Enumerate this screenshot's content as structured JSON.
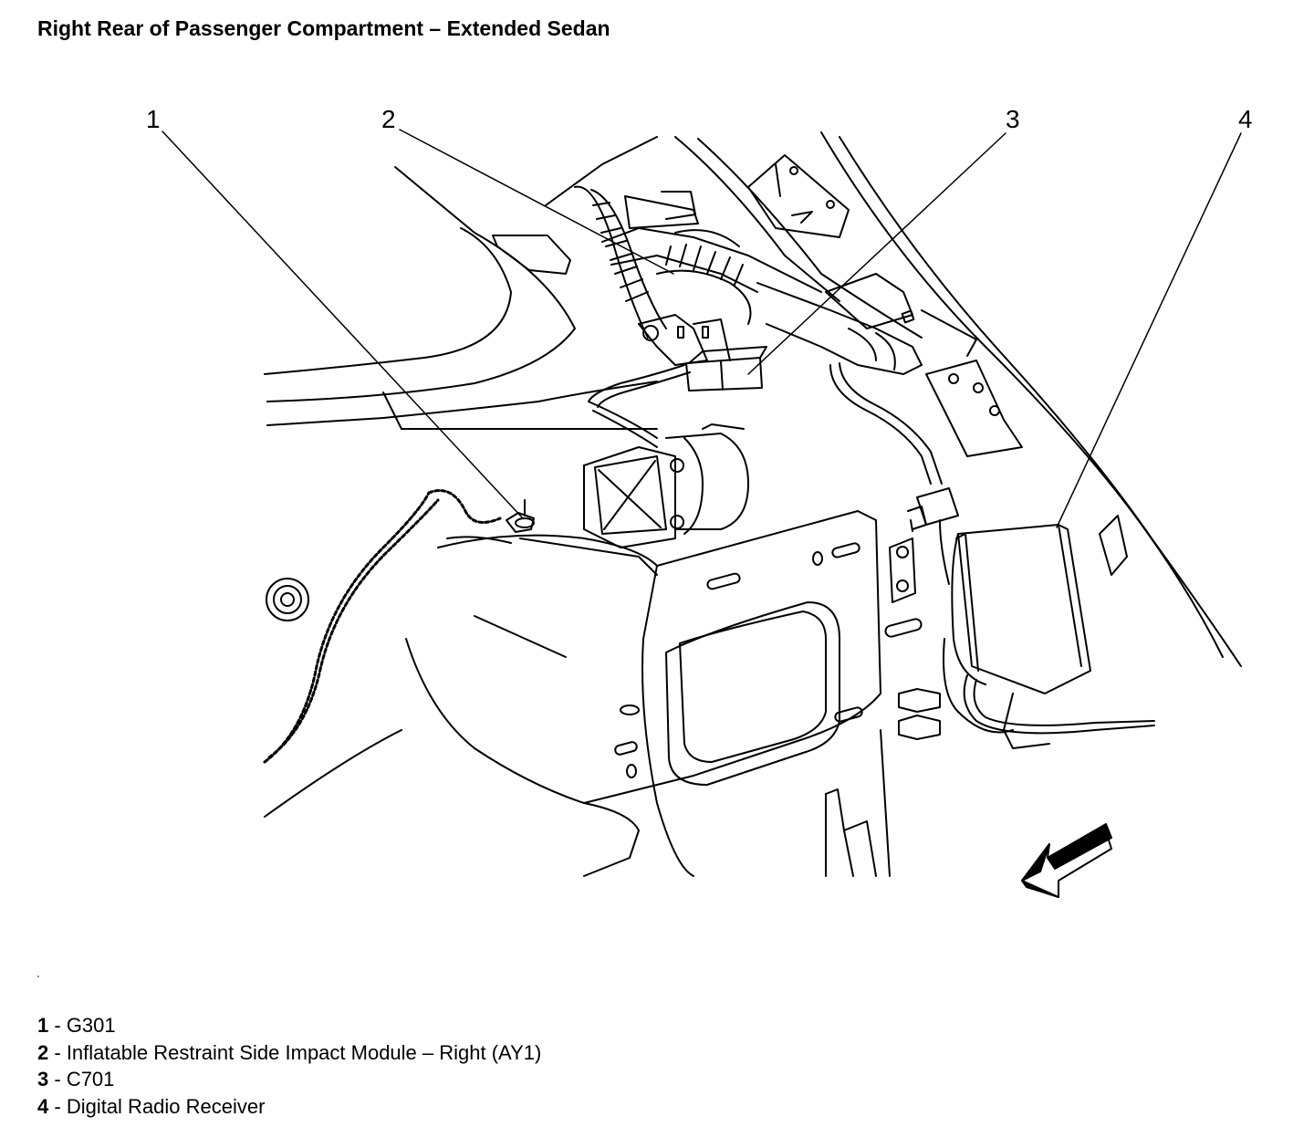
{
  "title": "Right Rear of Passenger Compartment – Extended Sedan",
  "callouts": [
    {
      "number": "1",
      "label": "G301"
    },
    {
      "number": "2",
      "label": "Inflatable Restraint Side Impact Module – Right (AY1)"
    },
    {
      "number": "3",
      "label": "C701"
    },
    {
      "number": "4",
      "label": "Digital Radio Receiver"
    }
  ],
  "legend_separator": " - ",
  "line_color": "#000000"
}
